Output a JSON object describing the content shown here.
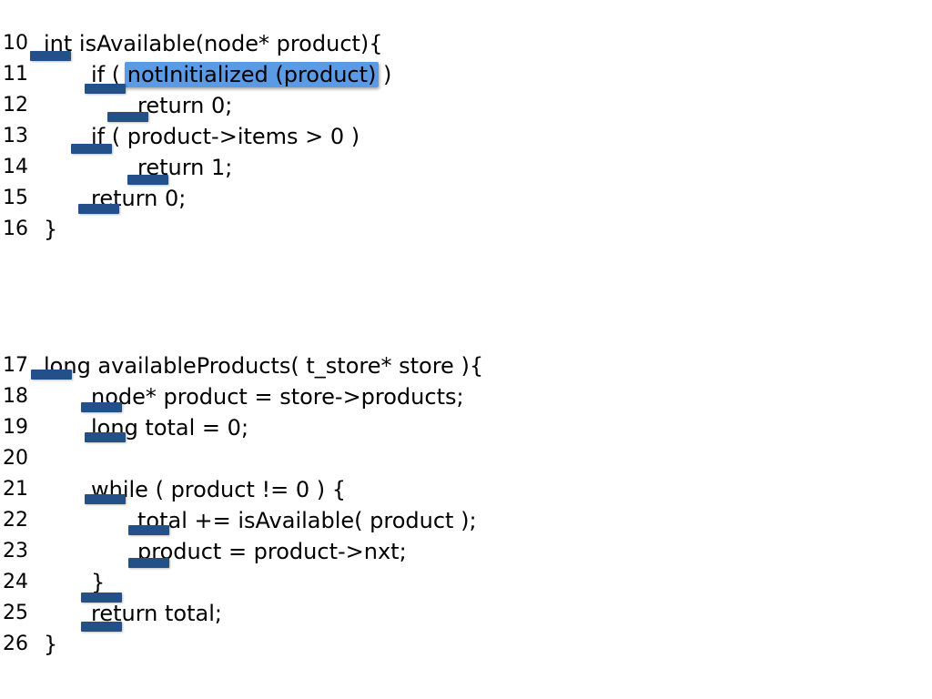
{
  "function1": {
    "lines": [
      {
        "number": "10",
        "code": "int isAvailable(node* product){"
      },
      {
        "number": "11",
        "code_before": "if ( ",
        "code_highlight": "notInitialized (product)",
        "code_after": " )"
      },
      {
        "number": "12",
        "code": "return 0;"
      },
      {
        "number": "13",
        "code": "if ( product->items > 0 )"
      },
      {
        "number": "14",
        "code": "return 1;"
      },
      {
        "number": "15",
        "code": "return 0;"
      },
      {
        "number": "16",
        "code": "}"
      }
    ]
  },
  "function2": {
    "lines": [
      {
        "number": "17",
        "code": "long availableProducts( t_store* store ){"
      },
      {
        "number": "18",
        "code": "node* product = store->products;"
      },
      {
        "number": "19",
        "code": "long total = 0;"
      },
      {
        "number": "20",
        "code": ""
      },
      {
        "number": "21",
        "code": "while ( product != 0 ) {"
      },
      {
        "number": "22",
        "code": "total += isAvailable( product );"
      },
      {
        "number": "23",
        "code": "product = product->nxt;"
      },
      {
        "number": "24",
        "code": "}"
      },
      {
        "number": "25",
        "code": "return total;"
      },
      {
        "number": "26",
        "code": "}"
      }
    ]
  },
  "colors": {
    "marker": "#24508a",
    "highlight": "#5b9be6"
  }
}
